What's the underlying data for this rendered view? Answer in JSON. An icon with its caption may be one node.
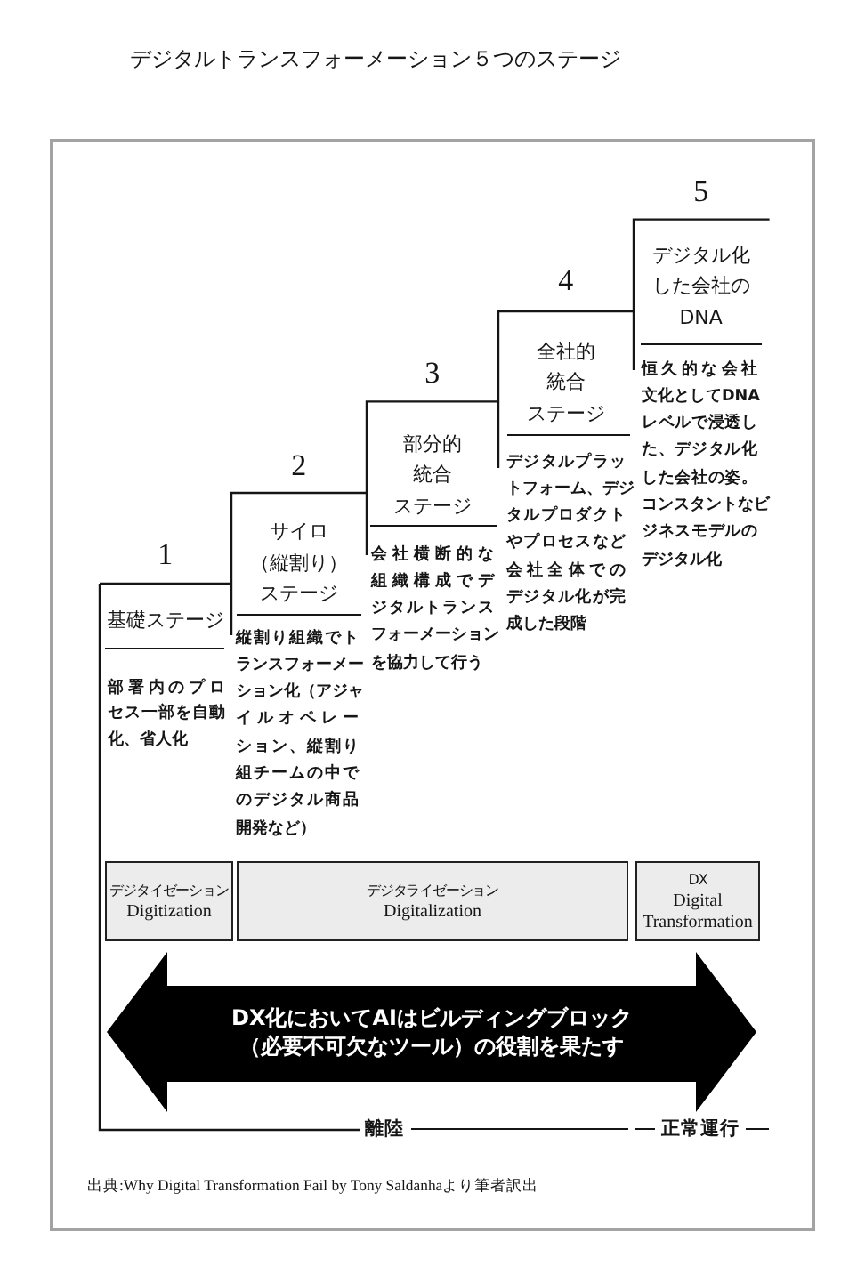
{
  "diagram": {
    "title": "デジタルトランスフォーメーション５つのステージ",
    "caption": "出典:Why Digital Transformation Fail by Tony Saldanhaより筆者訳出",
    "nodes": [
      {
        "text": [
          "1",
          "基礎ステージ",
          "部署内のプロセス一部を自動化、省人化"
        ]
      },
      {
        "text": [
          "2",
          "サイロ（縦割り）ステージ",
          "縦割り組織でトランスフォーメーション化（アジャイルオペレーション、縦割り組チームの中でのデジタル商品開発など）"
        ]
      },
      {
        "text": [
          "3",
          "部分的統合ステージ",
          "会社横断的な組織構成でデジタルトランスフォーメーションを協力して行う"
        ]
      },
      {
        "text": [
          "4",
          "全社的統合ステージ",
          "デジタルプラットフォーム、デジタルプロダクトやプロセスなど会社全体でのデジタル化が完成した段階"
        ]
      },
      {
        "text": [
          "5",
          "デジタル化した会社のDNA",
          "恒久的な会社文化としてDNAレベルで浸透した、デジタル化した会社の姿。コンスタントなビジネスモデルのデジタル化"
        ]
      },
      {
        "text": [
          "デジタイゼーション",
          "Digitization"
        ]
      },
      {
        "text": [
          "デジタライゼーション",
          "Digitalization"
        ]
      },
      {
        "text": [
          "DX",
          "Digital Transformation"
        ]
      },
      {
        "text": [
          "DX化においてAIはビルディングブロック（必要不可欠なツール）の役割を果たす"
        ]
      }
    ],
    "labels": [
      "離陸",
      "正常運行"
    ]
  }
}
